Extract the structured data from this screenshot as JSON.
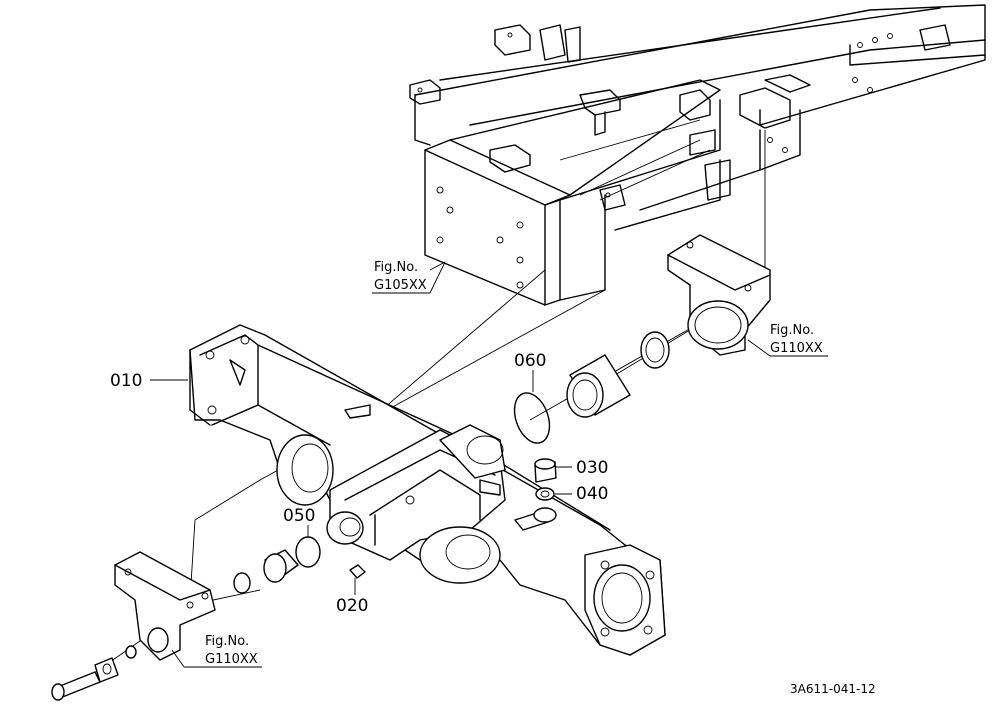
{
  "parts": [
    {
      "id": "part-010",
      "number": "010"
    },
    {
      "id": "part-020",
      "number": "020"
    },
    {
      "id": "part-030",
      "number": "030"
    },
    {
      "id": "part-040",
      "number": "040"
    },
    {
      "id": "part-050",
      "number": "050"
    },
    {
      "id": "part-060",
      "number": "060"
    }
  ],
  "figure_refs": [
    {
      "line1": "Fig.No.",
      "line2": "G105XX"
    },
    {
      "line1": "Fig.No.",
      "line2": "G110XX"
    },
    {
      "line1": "Fig.No.",
      "line2": "G110XX"
    }
  ],
  "drawing_code": "3A611-041-12"
}
